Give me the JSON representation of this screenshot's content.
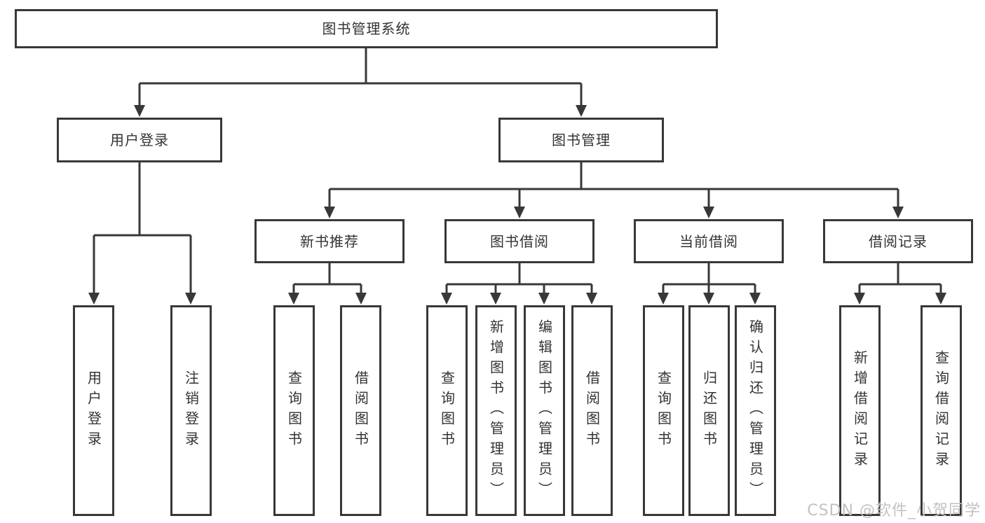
{
  "diagram": {
    "root": {
      "label": "图书管理系统"
    },
    "user_login": {
      "label": "用户登录",
      "children": {
        "login": {
          "label": "用户登录"
        },
        "logout": {
          "label": "注销登录"
        }
      }
    },
    "book_mgmt": {
      "label": "图书管理",
      "children": {
        "new_book_rec": {
          "label": "新书推荐",
          "children": {
            "query_book": {
              "label": "查询图书"
            },
            "borrow_book": {
              "label": "借阅图书"
            }
          }
        },
        "book_borrow": {
          "label": "图书借阅",
          "children": {
            "query_book": {
              "label": "查询图书"
            },
            "add_book": {
              "label": "新增图书（管理员）"
            },
            "edit_book": {
              "label": "编辑图书（管理员）"
            },
            "borrow_book": {
              "label": "借阅图书"
            }
          }
        },
        "current_borrow": {
          "label": "当前借阅",
          "children": {
            "query_book": {
              "label": "查询图书"
            },
            "return_book": {
              "label": "归还图书"
            },
            "confirm_return": {
              "label": "确认归还（管理员）"
            }
          }
        },
        "borrow_record": {
          "label": "借阅记录",
          "children": {
            "add_record": {
              "label": "新增借阅记录"
            },
            "query_record": {
              "label": "查询借阅记录"
            }
          }
        }
      }
    }
  },
  "watermark": {
    "text": "CSDN @软件_小贺同学"
  },
  "colors": {
    "line": "#383838",
    "text": "#333333",
    "background": "#ffffff",
    "box_bg": "#ffffff",
    "watermark": "#c2c2c2"
  }
}
